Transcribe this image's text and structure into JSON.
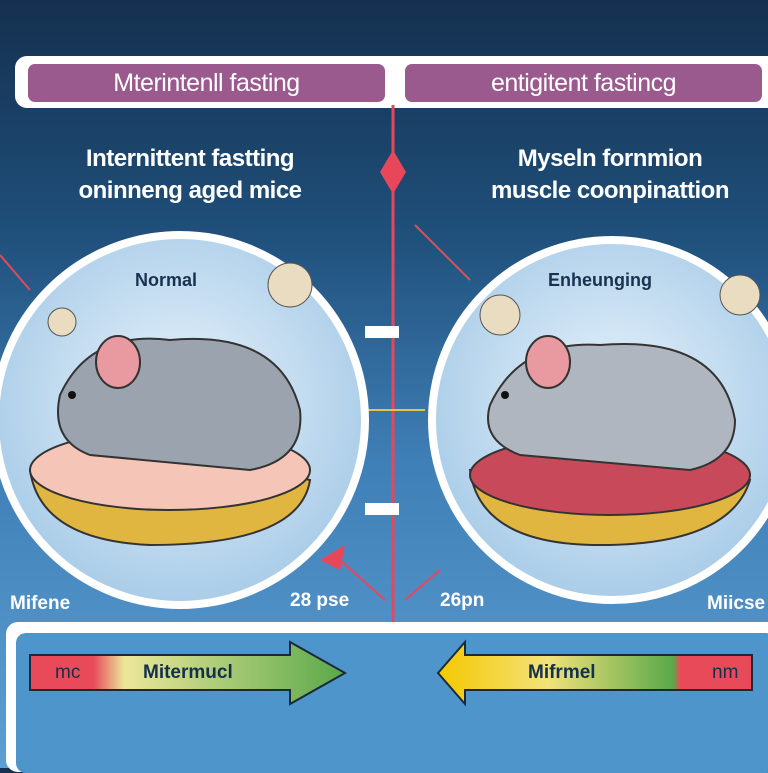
{
  "header": {
    "tab_left": "Mterintenll fasting",
    "tab_right": "entigitent fastincg"
  },
  "left_panel": {
    "heading_line1": "Internittent fastting",
    "heading_line2": "oninneng aged   mice",
    "circle_label": "Normal",
    "side_label": "Mifene",
    "age_label": "28 pse"
  },
  "right_panel": {
    "heading_line1": "Myseln  fornmion",
    "heading_line2": "muscle coonpinattion",
    "circle_label": "Enheunging",
    "side_label": "Miicse",
    "age_label": "26pn"
  },
  "scale": {
    "left_arrow_end": "mc",
    "left_arrow_label": "Mitermucl",
    "right_arrow_label": "Mifrmel",
    "right_arrow_end": "nm"
  },
  "colors": {
    "tab": "#9a5a8e",
    "divider": "#e8475a",
    "red": "#e84a5a",
    "green": "#5aa84a",
    "yellow": "#f5c800"
  }
}
